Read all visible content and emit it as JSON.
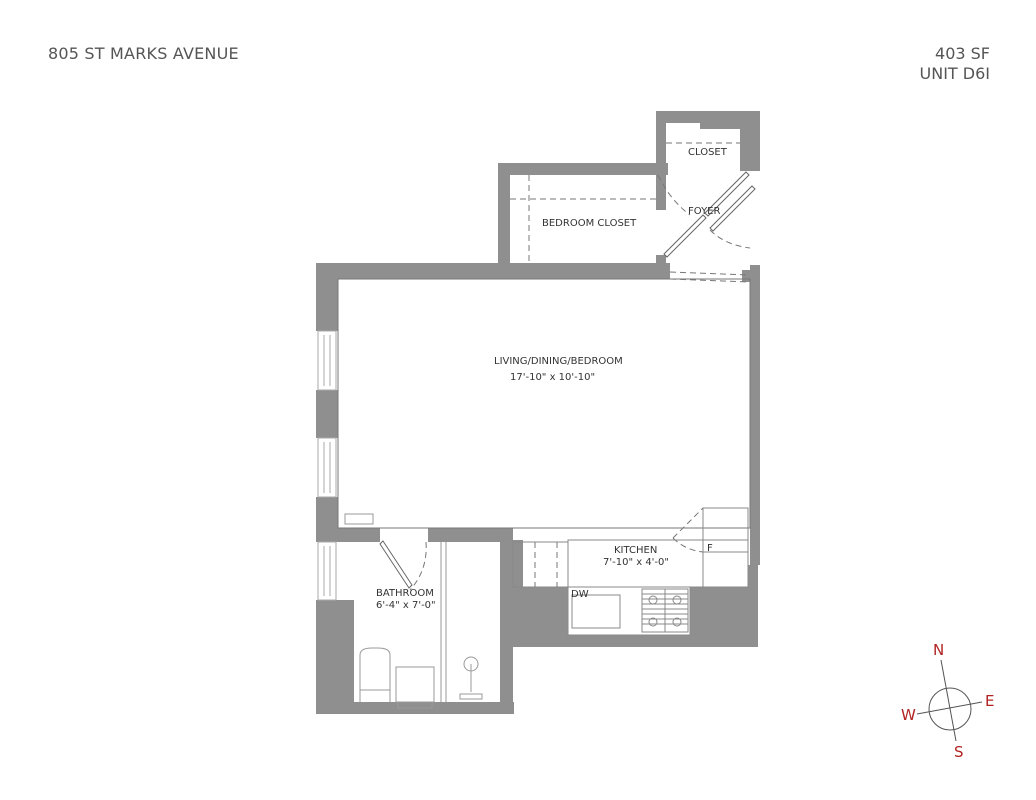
{
  "header": {
    "address": "805 ST MARKS AVENUE",
    "area": "403 SF",
    "unit": "UNIT D6I"
  },
  "rooms": {
    "closet": {
      "label": "CLOSET"
    },
    "foyer": {
      "label": "FOYER"
    },
    "bedroom_closet": {
      "label": "BEDROOM CLOSET"
    },
    "living": {
      "label": "LIVING/DINING/BEDROOM",
      "dimensions": "17'-10\" x 10'-10\""
    },
    "bathroom": {
      "label": "BATHROOM",
      "dimensions": "6'-4\" x 7'-0\""
    },
    "kitchen": {
      "label": "KITCHEN",
      "dimensions": "7'-10\" x 4'-0\""
    }
  },
  "appliances": {
    "dishwasher": "DW",
    "fridge": "F"
  },
  "compass": {
    "north": "N",
    "south": "S",
    "east": "E",
    "west": "W",
    "color": "#b22222"
  },
  "colors": {
    "wall": "#8f8f8f",
    "text": "#555555"
  }
}
